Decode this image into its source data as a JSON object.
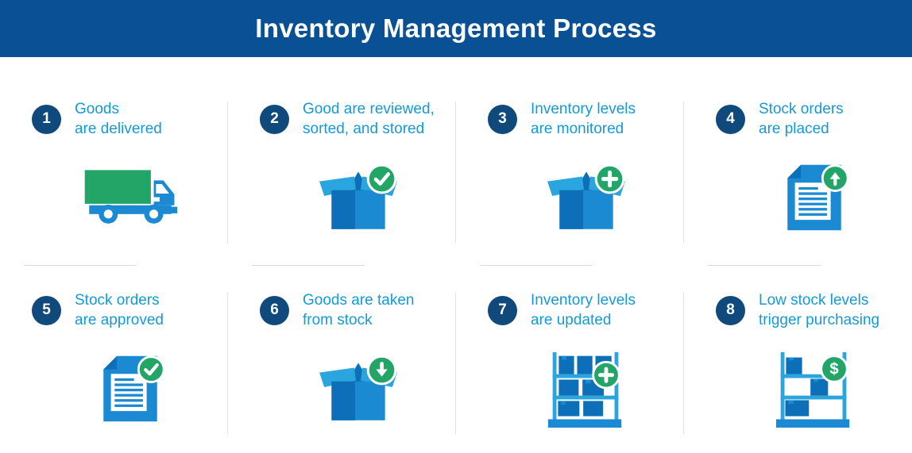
{
  "header": {
    "title": "Inventory Management Process"
  },
  "colors": {
    "header_bg": "#0a5095",
    "step_circle": "#104a7c",
    "step_text": "#149ad7",
    "icon_blue": "#1b8ad2",
    "icon_blue_dark": "#0d6fb8",
    "icon_blue_light": "#2aa5de",
    "icon_green": "#23a567",
    "divider": "#dadada"
  },
  "steps": [
    {
      "number": "1",
      "label": "Goods\nare delivered",
      "icon": "delivery-truck-icon",
      "badge": "none"
    },
    {
      "number": "2",
      "label": "Good are reviewed,\nsorted, and stored",
      "icon": "open-box-icon",
      "badge": "check-badge-icon"
    },
    {
      "number": "3",
      "label": "Inventory levels\nare monitored",
      "icon": "open-box-icon",
      "badge": "plus-badge-icon"
    },
    {
      "number": "4",
      "label": "Stock orders\nare placed",
      "icon": "document-icon",
      "badge": "arrow-up-badge-icon"
    },
    {
      "number": "5",
      "label": "Stock orders\nare approved",
      "icon": "document-icon",
      "badge": "check-badge-icon"
    },
    {
      "number": "6",
      "label": "Goods are taken\nfrom stock",
      "icon": "open-box-icon",
      "badge": "arrow-down-badge-icon"
    },
    {
      "number": "7",
      "label": "Inventory levels\nare updated",
      "icon": "stocked-shelf-icon",
      "badge": "plus-badge-icon"
    },
    {
      "number": "8",
      "label": "Low stock levels\ntrigger purchasing",
      "icon": "low-stock-shelf-icon",
      "badge": "dollar-badge-icon"
    }
  ]
}
